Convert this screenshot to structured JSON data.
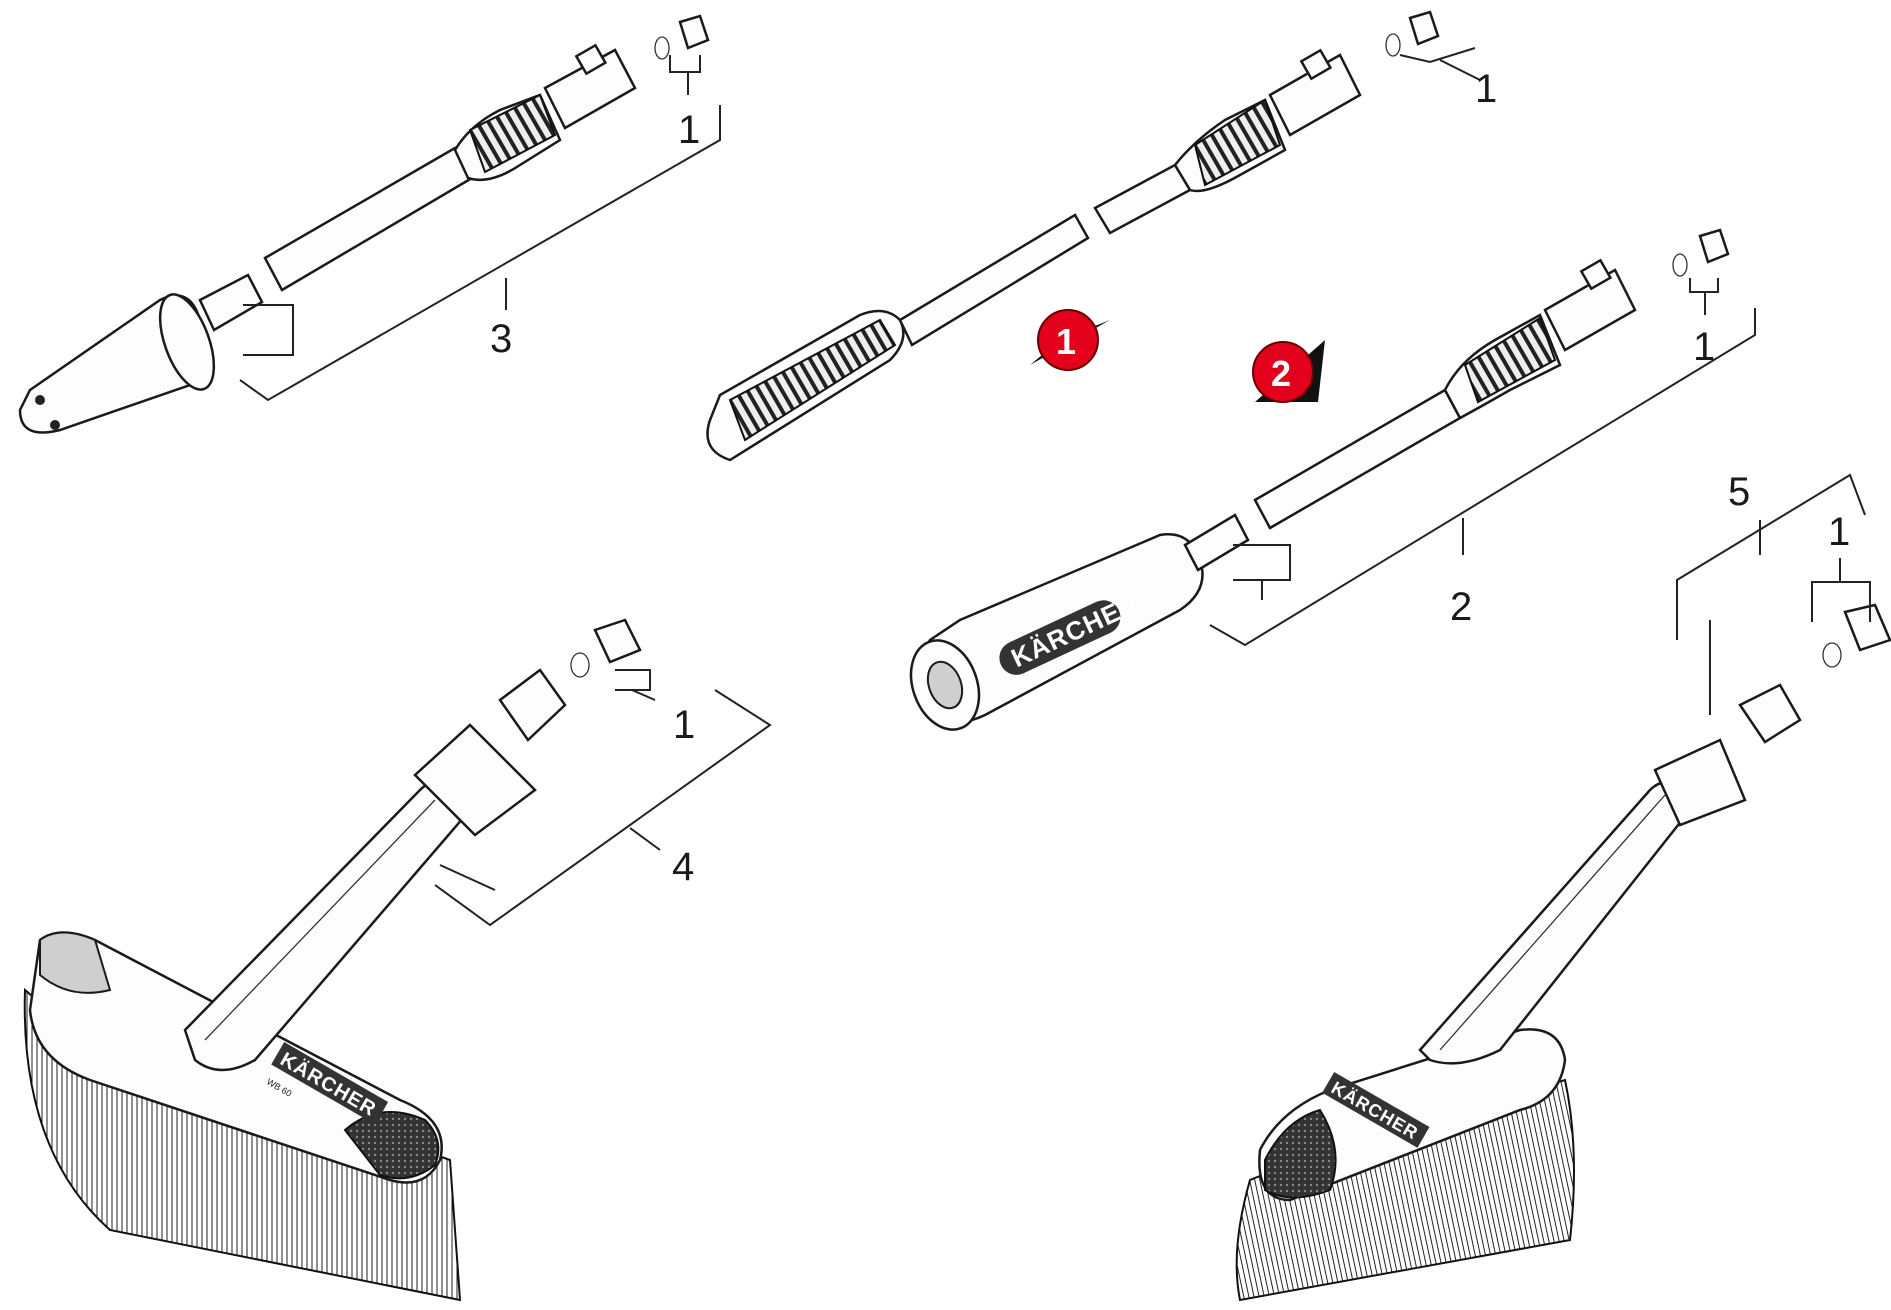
{
  "labels": {
    "a1": "1",
    "a3": "3",
    "b1": "1",
    "c1": "1",
    "c2": "2",
    "d1": "1",
    "d4": "4",
    "e5": "5",
    "e1": "1"
  },
  "badges": {
    "first": "1",
    "second": "2"
  },
  "brand": {
    "text": "KÄRCHER",
    "model": "WB 60"
  },
  "colors": {
    "badge": "#e3001b",
    "line": "#1a1a1a"
  }
}
